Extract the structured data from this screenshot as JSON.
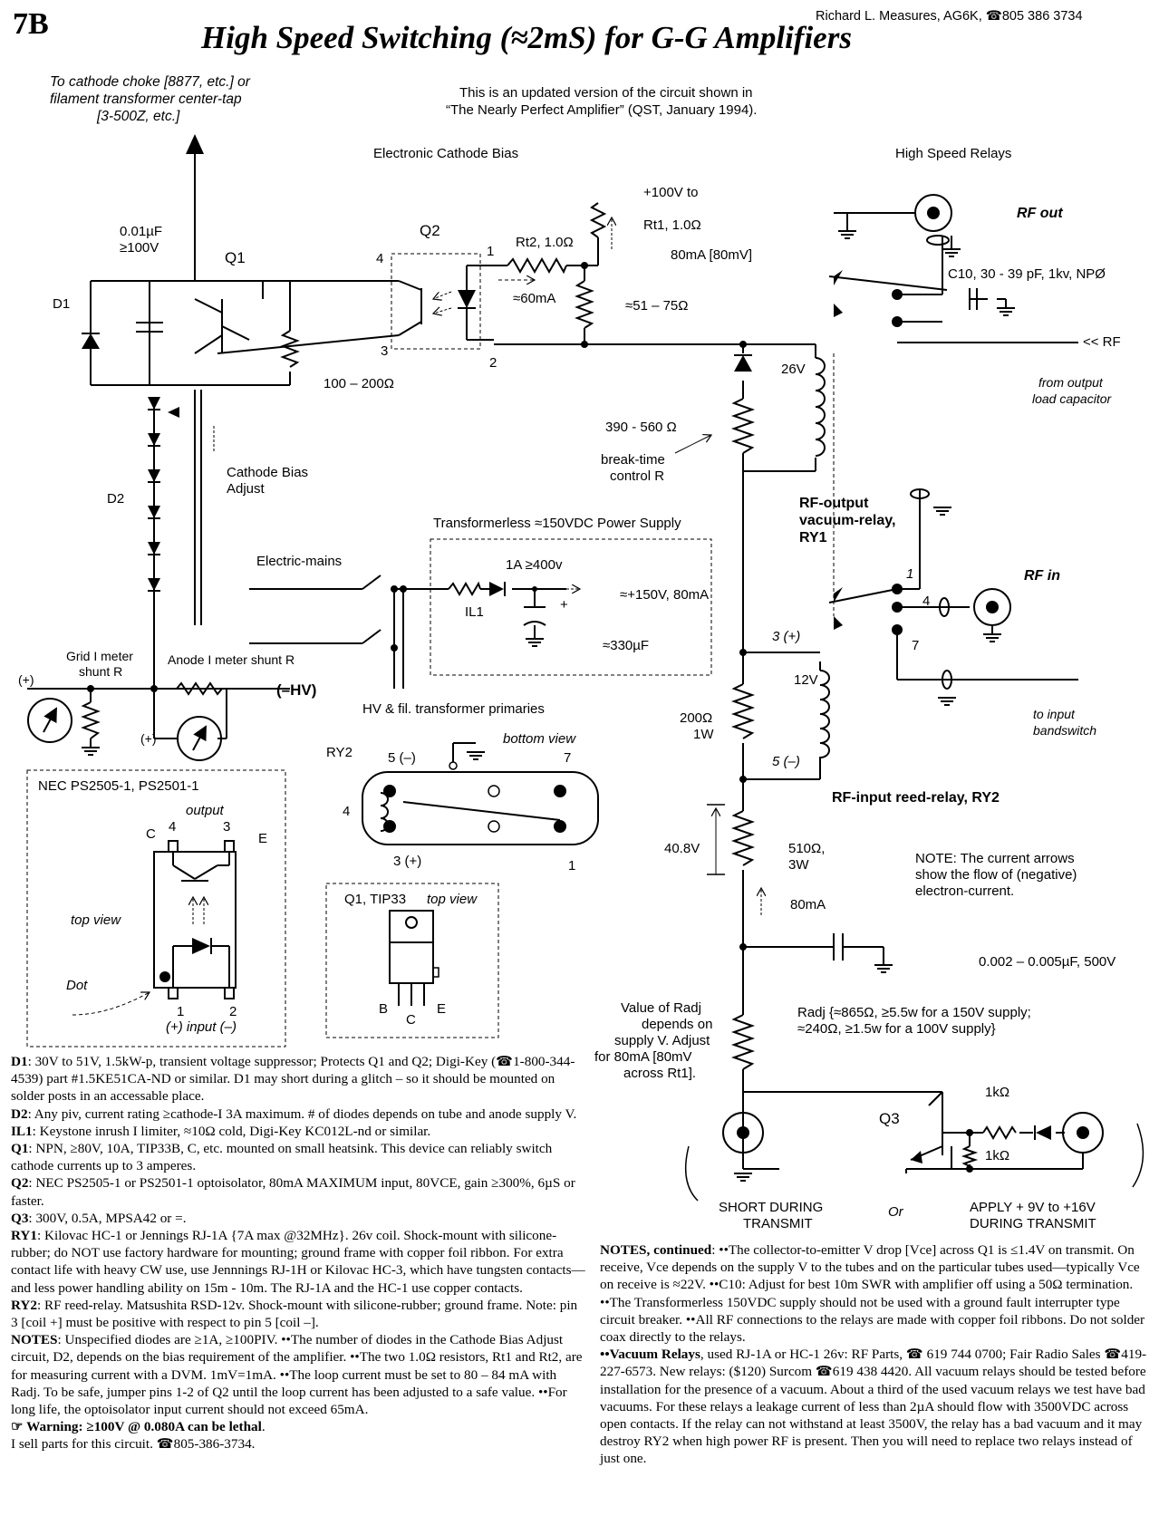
{
  "header": {
    "tag": "7B",
    "author": "Richard L. Measures, AG6K, ☎805 386 3734",
    "title": "High Speed Switching (≈2mS) for  G-G Amplifiers"
  },
  "labels": {
    "cathode_choke_1": "To cathode choke [8877, etc.] or",
    "cathode_choke_2": "filament transformer center-tap",
    "cathode_choke_3": "[3-500Z, etc.]",
    "update_1": "This is an updated version of the circuit shown in",
    "update_2": "“The Nearly Perfect Amplifier” (QST, January 1994).",
    "section_bias": "Electronic Cathode Bias",
    "section_relays": "High Speed Relays",
    "c_bypass_1": "0.01µF",
    "c_bypass_2": "≥100V",
    "q1": "Q1",
    "q2": "Q2",
    "d1": "D1",
    "d2": "D2",
    "pin4": "4",
    "pin3": "3",
    "pin1": "1",
    "pin2": "2",
    "rt2": "Rt2, 1.0Ω",
    "i60": "≈60mA",
    "r_emitter": "100 – 200Ω",
    "plus100_1": "+100V to",
    "plus100_2": "Rt1, 1.0Ω",
    "i80_mv": "80mA [80mV]",
    "r51": "≈51 – 75Ω",
    "rf_out": "RF out",
    "c10": "C10, 30 - 39 pF, 1kv, NPØ",
    "rf_in_arrow": "<< RF",
    "from_load_1": "from output",
    "from_load_2": "load capacitor",
    "coil26": "26V",
    "r390": "390 - 560 Ω",
    "breaktime_1": "break-time",
    "breaktime_2": "control R",
    "bias_adjust_1": "Cathode Bias",
    "bias_adjust_2": "Adjust",
    "ry1_1": "RF-output",
    "ry1_2": "vacuum-relay,",
    "ry1_3": "RY1",
    "psu_title": "Transformerless ≈150VDC Power Supply",
    "mains": "Electric-mains",
    "fuse": "1A ≥400v",
    "il1": "IL1",
    "psu_out": "≈+150V, 80mA",
    "cap330": "≈330µF",
    "plus": "+",
    "rf_in": "RF in",
    "ry1_pin1": "1",
    "ry1_pin4": "4",
    "ry1_pin7": "7",
    "grid_shunt_1": "Grid I meter",
    "grid_shunt_2": "shunt R",
    "anode_shunt": "Anode I meter shunt R",
    "hv": "(–HV)",
    "meter_plus": "(+)",
    "primaries": "HV & fil. transformer primaries",
    "pin3plus": "3 (+)",
    "coil12": "12V",
    "to_bandswitch_1": "to input",
    "to_bandswitch_2": "bandswitch",
    "r200_1": "200Ω",
    "r200_2": "1W",
    "pin5minus": "5 (–)",
    "ry2_title": "RF-input reed-relay, RY2",
    "ry2": "RY2",
    "bottom_view": "bottom view",
    "ry2_pin5": "5 (–)",
    "ry2_pin7": "7",
    "ry2_pin4": "4",
    "ry2_pin3": "3 (+)",
    "ry2_pin1": "1",
    "nec_title": "NEC PS2505-1, PS2501-1",
    "output": "output",
    "oc_c": "C",
    "oc_4": "4",
    "oc_3": "3",
    "oc_e": "E",
    "top_view": "top view",
    "dot": "Dot",
    "oc_1": "1",
    "oc_2": "2",
    "input": "(+) input (–)",
    "tip_title": "Q1, TIP33",
    "tip_view": "top view",
    "tip_b": "B",
    "tip_c": "C",
    "tip_e": "E",
    "v408": "40.8V",
    "r510_1": "510Ω,",
    "r510_2": "3W",
    "i80": "80mA",
    "note_arrows_1": "NOTE:  The current arrows",
    "note_arrows_2": "show the flow of (negative)",
    "note_arrows_3": "electron-current.",
    "c002": "0.002 – 0.005µF, 500V",
    "radj_left_1": "Value of Radj",
    "radj_left_2": "depends on",
    "radj_left_3": "supply V.  Adjust",
    "radj_left_4": "for 80mA  [80mV",
    "radj_left_5": "across  Rt1].",
    "radj_right_1": "Radj {≈865Ω, ≥5.5w for a 150V supply;",
    "radj_right_2": "≈240Ω, ≥1.5w for a 100V supply}",
    "q3": "Q3",
    "r1k_a": "1kΩ",
    "r1k_b": "1kΩ",
    "short_1": "SHORT  DURING",
    "short_2": "TRANSMIT",
    "or": "Or",
    "apply_1": "APPLY + 9V to +16V",
    "apply_2": "DURING TRANSMIT"
  },
  "notes_left": [
    {
      "head": "D1",
      "text": ":  30V to 51V, 1.5kW-p, transient voltage suppressor; Protects Q1 and Q2; Digi-Key (☎1-800-344-4539) part #1.5KE51CA-ND or similar. D1 may short during a glitch – so it should be mounted on solder posts in an accessable place."
    },
    {
      "head": "D2",
      "text": ": Any piv, current rating ≥cathode-I  3A maximum. # of diodes depends on tube and anode supply V."
    },
    {
      "head": "IL1",
      "text": ":  Keystone inrush I limiter, ≈10Ω cold, Digi-Key KC012L-nd or similar."
    },
    {
      "head": "Q1",
      "text": ":  NPN, ≥80V, 10A, TIP33B, C, etc. mounted on small heatsink. This device can reliably switch cathode currents up to 3 amperes."
    },
    {
      "head": "Q2",
      "text": ": NEC PS2505-1  or PS2501-1 optoisolator, 80mA MAXIMUM input, 80VCE, gain ≥300%, 6µS or faster."
    },
    {
      "head": "Q3",
      "text": ": 300V, 0.5A, MPSA42 or =."
    },
    {
      "head": "RY1",
      "text": ":  Kilovac HC-1 or Jennings RJ-1A {7A max @32MHz}. 26v coil. Shock-mount with silicone-rubber; do NOT use factory hardware for mounting; ground frame with copper  foil ribbon.  For extra contact life with heavy CW use, use Jennnings RJ-1H or Kilovac HC-3, which have tungsten contacts—and less power handling ability on 15m - 10m. The RJ-1A and the HC-1 use copper contacts."
    },
    {
      "head": "RY2",
      "text": ":  RF reed-relay. Matsushita RSD-12v. Shock-mount with silicone-rubber; ground frame. Note: pin 3 [coil +] must be positive with respect to pin 5 [coil –]."
    },
    {
      "head": "NOTES",
      "text": ": Unspecified diodes are ≥1A, ≥100PIV. ••The number of diodes in the Cathode Bias Adjust circuit, D2, depends on the bias requirement of the amplifier. ••The two 1.0Ω resistors, Rt1 and Rt2,  are for measuring current with a DVM. 1mV=1mA.  ••The loop current must be set to 80 – 84 mA with Radj. To be safe, jumper pins 1-2 of Q2 until the loop current has been adjusted to a safe value.  ••For long life, the optoisolator input current should not exceed 65mA."
    },
    {
      "head": "☞ Warning: ≥100V @ 0.080A can be lethal",
      "text": "."
    },
    {
      "head": "",
      "text": "I sell parts for this circuit.  ☎805-386-3734."
    }
  ],
  "notes_right": [
    {
      "head": "NOTES, continued",
      "text": ": ••The collector-to-emitter V drop [Vce] across Q1 is ≤1.4V on transmit. On receive, Vce depends on the supply V to the tubes and on the particular tubes used—typically Vce on receive is ≈22V.  ••C10: Adjust for best 10m SWR with amplifier off using a 50Ω termination.  ••The Transformerless 150VDC supply should not be used with a ground fault interrupter type circuit breaker. ••All RF connections to the relays are made with copper foil ribbons.  Do not solder coax directly to the relays."
    },
    {
      "head": "••Vacuum Relays",
      "text": ", used RJ-1A or HC-1 26v:  RF Parts, ☎ 619 744 0700; Fair Radio Sales ☎419-227-6573. New relays: ($120) Surcom ☎619 438 4420.  All vacuum relays should be tested before installation for the presence of a vacuum. About a third of the used vacuum relays we test have bad vacuums.  For these relays  a leakage current of less than 2µA should flow with 3500VDC across open contacts. If the relay can not withstand at least 3500V, the relay has a bad vacuum and it may destroy RY2 when high power RF is present. Then you will need to replace two relays instead of just one."
    }
  ]
}
